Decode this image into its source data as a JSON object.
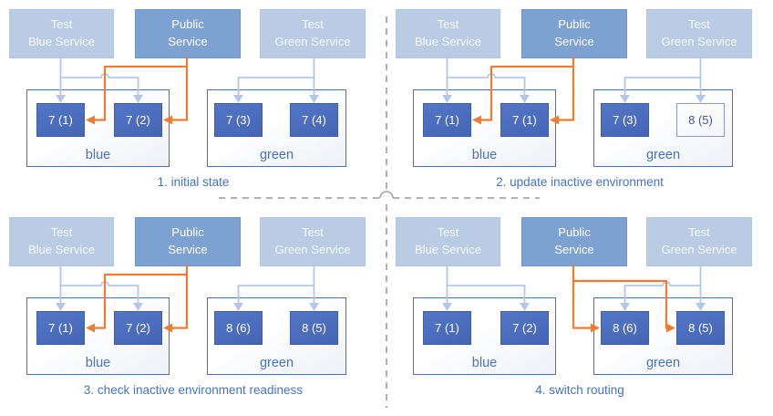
{
  "colors": {
    "accent_blue": "#4472c4",
    "pod_blue": "#4a6bbb",
    "service_light_blue": "#b9cce4",
    "service_public_blue": "#7da2d2",
    "connector_light_blue": "#b4c7e7",
    "routing_orange": "#ed7d31",
    "divider_gray": "#a6a6a6"
  },
  "panels": [
    {
      "caption": "1. initial state",
      "services": [
        {
          "label": "Test\nBlue Service"
        },
        {
          "label": "Public\nService"
        },
        {
          "label": "Test\nGreen Service"
        }
      ],
      "environments": [
        {
          "name": "blue",
          "pods": [
            {
              "label": "7 (1)"
            },
            {
              "label": "7 (2)"
            }
          ]
        },
        {
          "name": "green",
          "pods": [
            {
              "label": "7 (3)"
            },
            {
              "label": "7 (4)"
            }
          ]
        }
      ],
      "public_routes_to": "blue"
    },
    {
      "caption": "2. update inactive environment",
      "services": [
        {
          "label": "Test\nBlue Service"
        },
        {
          "label": "Public\nService"
        },
        {
          "label": "Test\nGreen Service"
        }
      ],
      "environments": [
        {
          "name": "blue",
          "pods": [
            {
              "label": "7 (1)"
            },
            {
              "label": "7 (1)"
            }
          ]
        },
        {
          "name": "green",
          "pods": [
            {
              "label": "7 (3)"
            },
            {
              "label": "8 (5)",
              "creating": true
            }
          ]
        }
      ],
      "public_routes_to": "blue"
    },
    {
      "caption": "3. check inactive environment readiness",
      "services": [
        {
          "label": "Test\nBlue Service"
        },
        {
          "label": "Public\nService"
        },
        {
          "label": "Test\nGreen Service"
        }
      ],
      "environments": [
        {
          "name": "blue",
          "pods": [
            {
              "label": "7 (1)"
            },
            {
              "label": "7 (2)"
            }
          ]
        },
        {
          "name": "green",
          "pods": [
            {
              "label": "8 (6)"
            },
            {
              "label": "8 (5)"
            }
          ]
        }
      ],
      "public_routes_to": "blue"
    },
    {
      "caption": "4. switch routing",
      "services": [
        {
          "label": "Test\nBlue Service"
        },
        {
          "label": "Public\nService"
        },
        {
          "label": "Test\nGreen Service"
        }
      ],
      "environments": [
        {
          "name": "blue",
          "pods": [
            {
              "label": "7 (1)"
            },
            {
              "label": "7 (2)"
            }
          ]
        },
        {
          "name": "green",
          "pods": [
            {
              "label": "8 (6)"
            },
            {
              "label": "8 (5)"
            }
          ]
        }
      ],
      "public_routes_to": "green"
    }
  ]
}
